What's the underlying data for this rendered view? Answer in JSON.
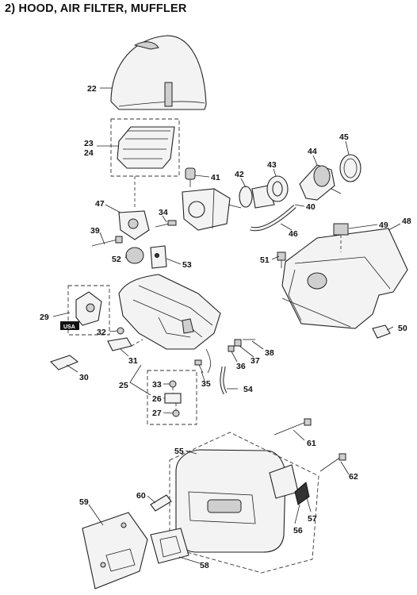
{
  "title": "2)  HOOD, AIR FILTER, MUFFLER",
  "badge": "USA",
  "callouts": [
    "22",
    "23",
    "24",
    "41",
    "42",
    "43",
    "44",
    "45",
    "47",
    "34",
    "39",
    "40",
    "46",
    "48",
    "49",
    "51",
    "52",
    "53",
    "29",
    "32",
    "31",
    "30",
    "25",
    "33",
    "26",
    "27",
    "35",
    "36",
    "37",
    "38",
    "54",
    "50",
    "55",
    "61",
    "62",
    "60",
    "59",
    "56",
    "57",
    "58"
  ]
}
